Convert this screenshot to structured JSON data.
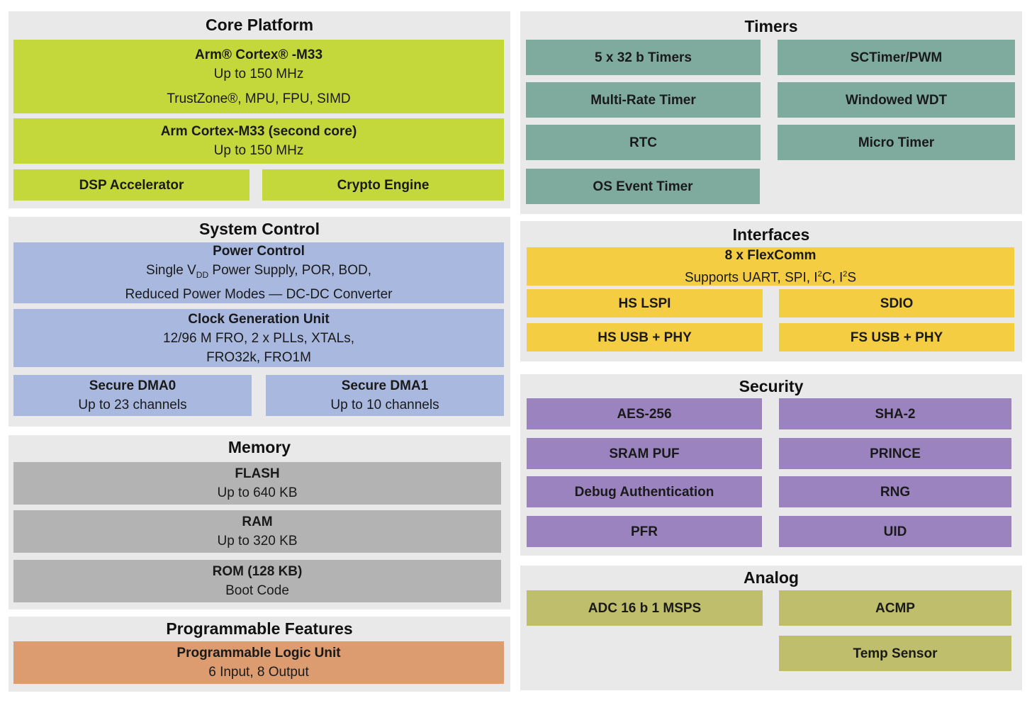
{
  "core": {
    "title": "Core Platform",
    "m33": {
      "name": "Arm® Cortex® -M33",
      "speed": "Up to 150 MHz",
      "features": "TrustZone®, MPU, FPU, SIMD"
    },
    "m33b": {
      "name": "Arm Cortex-M33 (second core)",
      "speed": "Up to 150 MHz"
    },
    "dsp": "DSP Accelerator",
    "crypto": "Crypto Engine"
  },
  "sysctl": {
    "title": "System Control",
    "power": {
      "name": "Power Control",
      "line1_pre": "Single V",
      "line1_sub": "DD",
      "line1_post": " Power Supply, POR, BOD,",
      "line2": "Reduced Power Modes — DC-DC Converter"
    },
    "clock": {
      "name": "Clock Generation Unit",
      "line1": "12/96 M FRO, 2 x PLLs, XTALs,",
      "line2": "FRO32k, FRO1M"
    },
    "dma0": {
      "name": "Secure DMA0",
      "desc": "Up to 23 channels"
    },
    "dma1": {
      "name": "Secure DMA1",
      "desc": "Up to 10 channels"
    }
  },
  "memory": {
    "title": "Memory",
    "flash": {
      "name": "FLASH",
      "desc": "Up to 640 KB"
    },
    "ram": {
      "name": "RAM",
      "desc": "Up to 320 KB"
    },
    "rom": {
      "name": "ROM (128 KB)",
      "desc": "Boot Code"
    }
  },
  "prog": {
    "title": "Programmable Features",
    "plu": {
      "name": "Programmable Logic Unit",
      "desc": "6 Input, 8 Output"
    }
  },
  "timers": {
    "title": "Timers",
    "items": [
      "5 x 32 b Timers",
      "SCTimer/PWM",
      "Multi-Rate Timer",
      "Windowed WDT",
      "RTC",
      "Micro Timer",
      "OS Event Timer"
    ]
  },
  "interfaces": {
    "title": "Interfaces",
    "flexcomm": {
      "name": "8 x FlexComm",
      "pre": "Supports UART, SPI, I",
      "sup1": "2",
      "mid": "C, I",
      "sup2": "2",
      "post": "S"
    },
    "items": [
      "HS LSPI",
      "SDIO",
      "HS USB + PHY",
      "FS USB + PHY"
    ]
  },
  "security": {
    "title": "Security",
    "items": [
      "AES-256",
      "SHA-2",
      "SRAM PUF",
      "PRINCE",
      "Debug Authentication",
      "RNG",
      "PFR",
      "UID"
    ]
  },
  "analog": {
    "title": "Analog",
    "adc": "ADC 16 b 1 MSPS",
    "acmp": "ACMP",
    "temp": "Temp Sensor"
  },
  "colors": {
    "core": "#c4d83c",
    "system": "#a9b8de",
    "memory": "#b3b3b3",
    "programmable": "#dc9c70",
    "timers": "#7fab9f",
    "interfaces": "#f5cd43",
    "security": "#9a83bf",
    "analog": "#bebe6c"
  }
}
